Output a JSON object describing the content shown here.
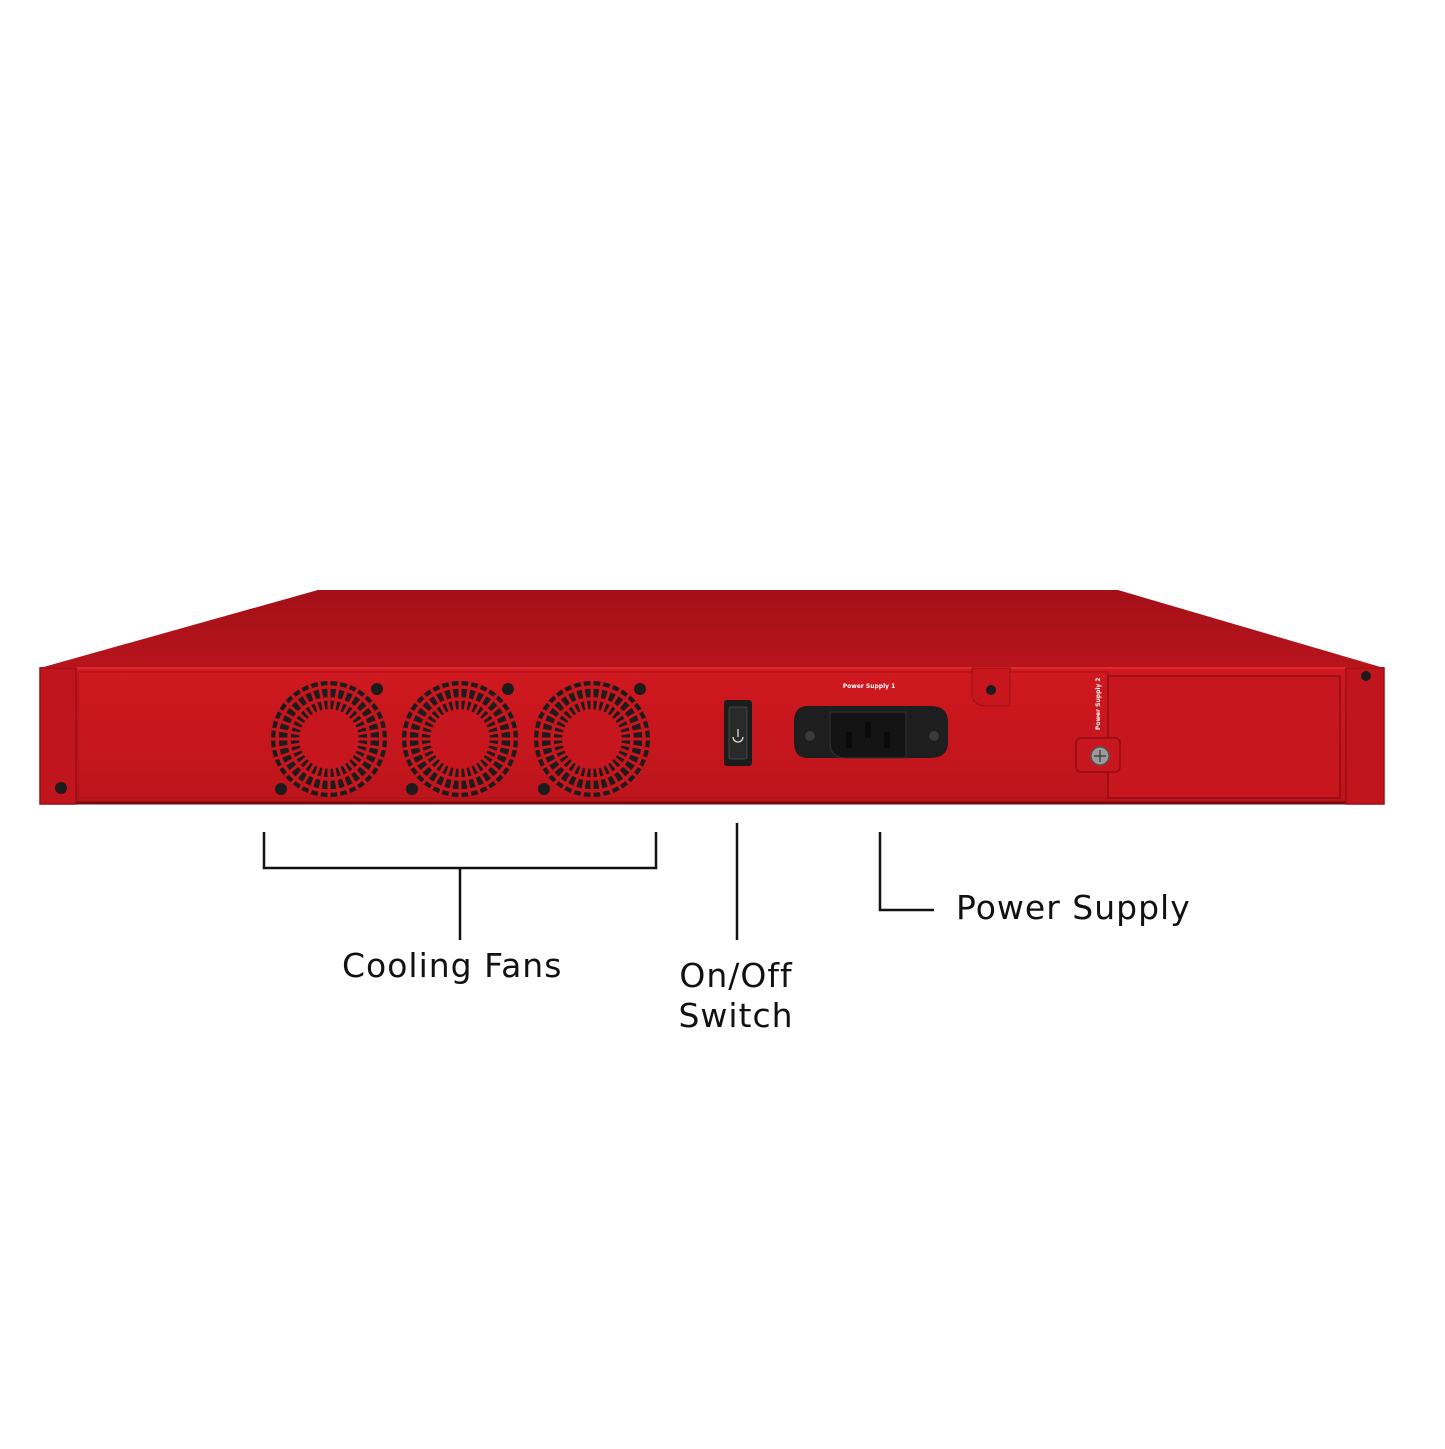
{
  "panel": {
    "power_supply_1_label": "Power Supply 1",
    "power_supply_2_label": "Power Supply 2"
  },
  "callouts": {
    "cooling_fans": "Cooling Fans",
    "on_off_switch_line1": "On/Off",
    "on_off_switch_line2": "Switch",
    "power_supply": "Power Supply"
  },
  "colors": {
    "chassis_red": "#c8161e",
    "chassis_top": "#a8121b",
    "dark_port": "#1c1c1c",
    "callout_line": "#111111"
  },
  "icons": {
    "switch": "power-icon",
    "connector": "iec-c14-inlet-icon",
    "fan": "fan-grille-icon"
  }
}
